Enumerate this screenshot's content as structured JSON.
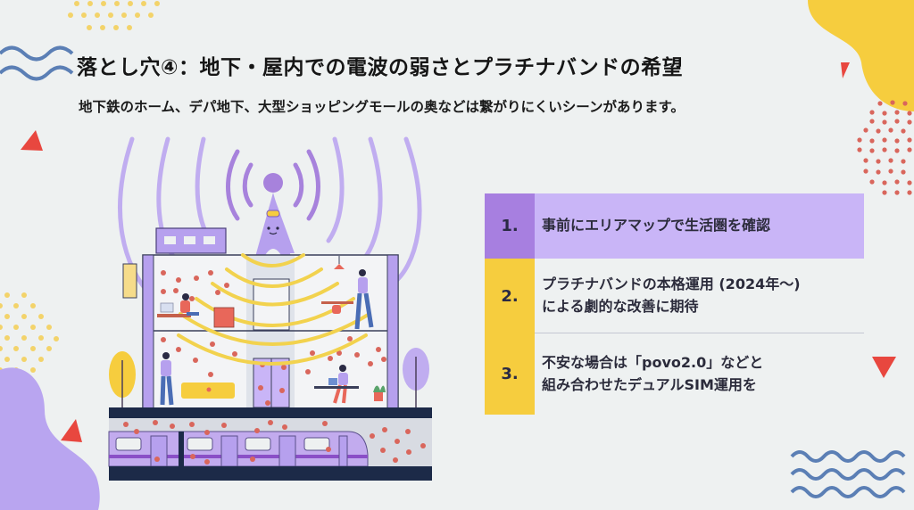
{
  "slide": {
    "title": "落とし穴④：地下・屋内での電波の弱さとプラチナバンドの希望",
    "subtitle": "地下鉄のホーム、デパ地下、大型ショッピングモールの奥などは繋がりにくいシーンがあります。",
    "list": [
      {
        "number": "1.",
        "lines": [
          "事前にエリアマップで生活圏を確認"
        ],
        "accent": "#a77fe0",
        "background": "#c9b5f7"
      },
      {
        "number": "2.",
        "lines": [
          "プラチナバンドの本格運用 (2024年〜)",
          "による劇的な改善に期待"
        ],
        "accent": "#f6cd3e"
      },
      {
        "number": "3.",
        "lines": [
          "不安な場合は「povo2.0」などと",
          "組み合わせたデュアルSIM運用を"
        ],
        "accent": "#f6cd3e"
      }
    ],
    "illustration": {
      "description": "signal-tower-over-building-with-subway",
      "elements": [
        "cell-tower-mascot",
        "radio-waves",
        "two-floor-building",
        "people",
        "elevator",
        "subway-train",
        "trees"
      ]
    },
    "colors": {
      "background": "#eef1f1",
      "purple": "#a77fe0",
      "lavender": "#c9b5f7",
      "yellow": "#f6cd3e",
      "red": "#e8473f",
      "wave_blue": "#5b7fb5",
      "navy": "#1c2a48",
      "dot_red": "#d9665c"
    }
  }
}
